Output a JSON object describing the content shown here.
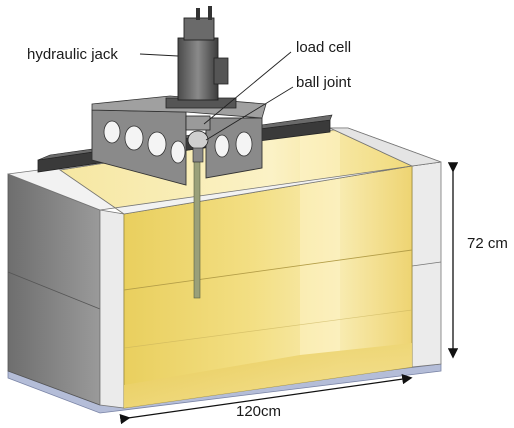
{
  "labels": {
    "hydraulic_jack": "hydraulic jack",
    "load_cell": "load cell",
    "ball_joint": "ball joint",
    "height": "72 cm",
    "width": "120cm"
  },
  "colors": {
    "soil_fill": "#f1dd7a",
    "soil_light": "#fbf1c0",
    "tank_wall_outer": "#8c8c8c",
    "tank_wall_dark": "#5d5d5d",
    "tank_rim": "#e6e6e6",
    "base_plate": "#b4bdd8",
    "steel": "#7a7a7a",
    "steel_dark": "#3f3f3f"
  }
}
